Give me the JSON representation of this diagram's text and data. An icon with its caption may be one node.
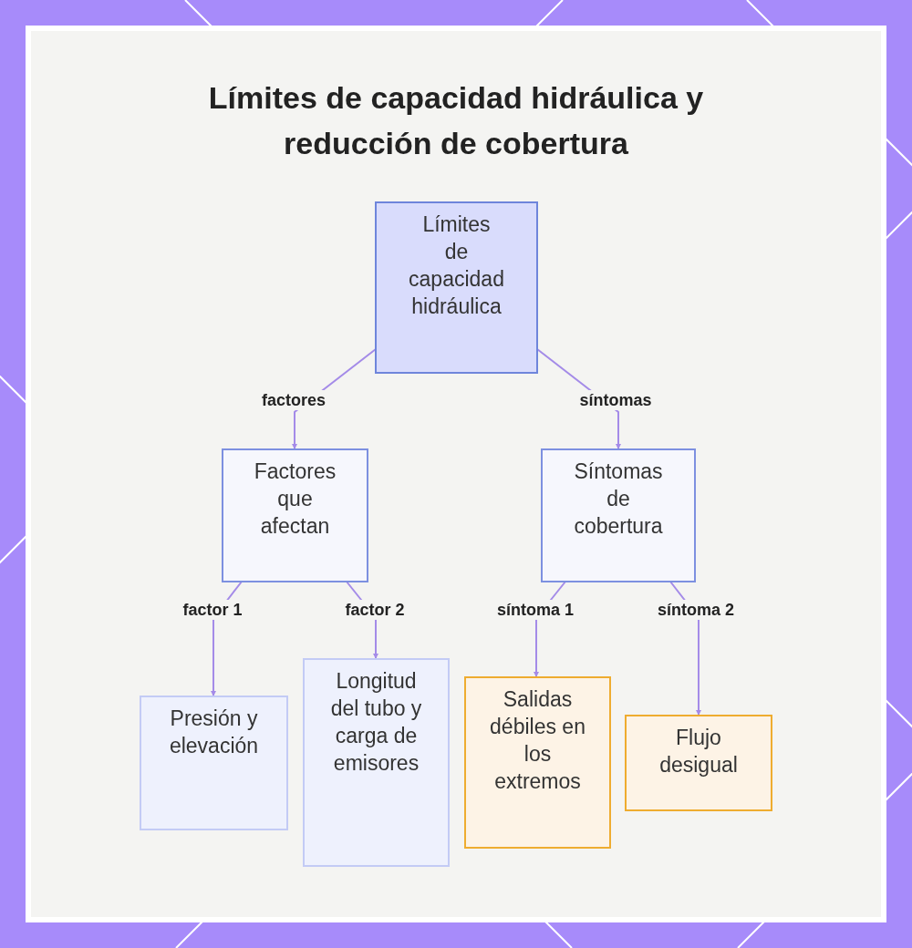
{
  "diagram": {
    "title": "Límites de capacidad hidráulica y reducción de cobertura",
    "nodes": [
      {
        "text": [
          "Límites de capacidad hidráulica"
        ]
      },
      {
        "text": [
          "Factores que afectan"
        ]
      },
      {
        "text": [
          "Síntomas de cobertura"
        ]
      },
      {
        "text": [
          "Presión y elevación"
        ]
      },
      {
        "text": [
          "Longitud del tubo y carga de emisores"
        ]
      },
      {
        "text": [
          "Salidas débiles en los extremos"
        ]
      },
      {
        "text": [
          "Flujo desigual"
        ]
      }
    ],
    "edges": [
      {
        "from": 0,
        "to": 1,
        "arrow": "to",
        "label": "factores"
      },
      {
        "from": 0,
        "to": 2,
        "arrow": "to",
        "label": "síntomas"
      },
      {
        "from": 1,
        "to": 3,
        "arrow": "to",
        "label": "factor 1"
      },
      {
        "from": 1,
        "to": 4,
        "arrow": "to",
        "label": "factor 2"
      },
      {
        "from": 2,
        "to": 5,
        "arrow": "to",
        "label": "síntoma 1"
      },
      {
        "from": 2,
        "to": 6,
        "arrow": "to",
        "label": "síntoma 2"
      }
    ]
  }
}
